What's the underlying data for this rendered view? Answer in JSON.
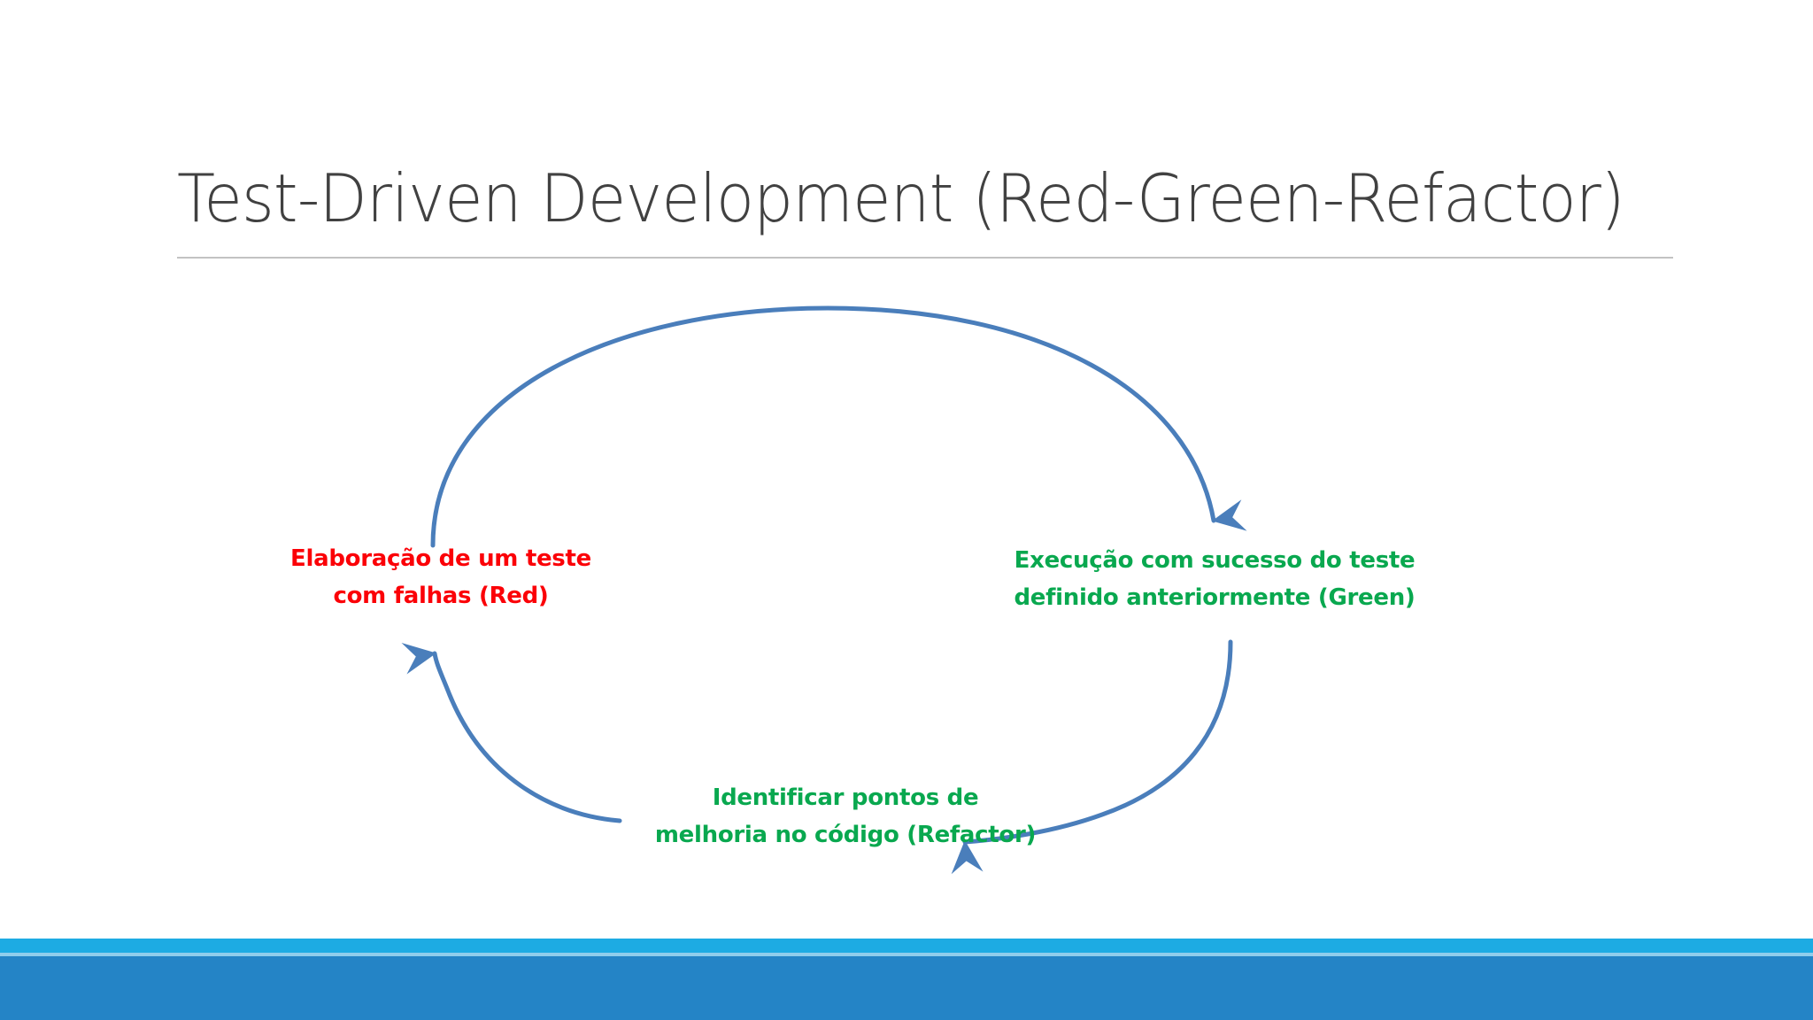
{
  "slide": {
    "title": "Test-Driven Development (Red-Green-Refactor)"
  },
  "cycle": {
    "nodes": [
      {
        "id": "red",
        "line1": "Elaboração de um teste",
        "line2": "com falhas (Red)",
        "color": "#fb0007"
      },
      {
        "id": "green",
        "line1": "Execução com sucesso do teste",
        "line2": "definido anteriormente (Green)",
        "color": "#09a84f"
      },
      {
        "id": "refactor",
        "line1": "Identificar pontos de",
        "line2": "melhoria no código (Refactor)",
        "color": "#09a84f"
      }
    ],
    "arrow_color": "#4a7ebb",
    "arrows": [
      {
        "id": "red-to-green",
        "from": "red",
        "to": "green"
      },
      {
        "id": "green-to-refactor",
        "from": "green",
        "to": "refactor"
      },
      {
        "id": "refactor-to-red",
        "from": "refactor",
        "to": "red"
      }
    ]
  },
  "footer": {
    "stripe_light_color": "#1dabe3",
    "stripe_main_color": "#2484c6"
  }
}
